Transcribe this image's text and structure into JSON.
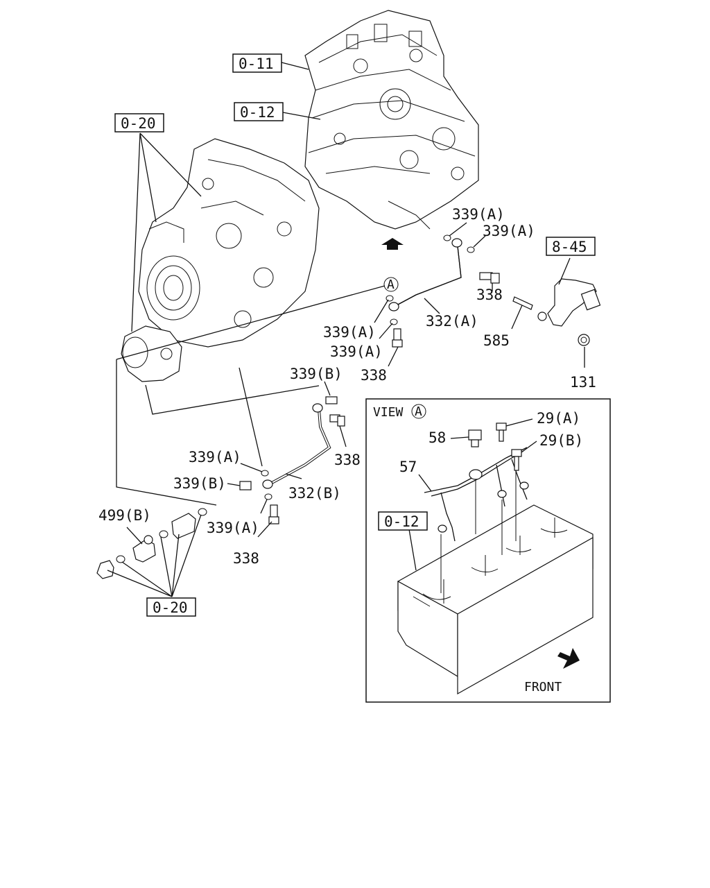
{
  "refs": {
    "r011": "0-11",
    "r012": "0-12",
    "r020_top": "0-20",
    "r845": "8-45",
    "r020_bottom": "0-20",
    "r012_view": "0-12"
  },
  "callouts": {
    "c339a_1": "339(A)",
    "c339a_2": "339(A)",
    "c338_1": "338",
    "c332a": "332(A)",
    "c339a_3": "339(A)",
    "c339a_4": "339(A)",
    "c338_2": "338",
    "c585": "585",
    "c131": "131",
    "c339b_1": "339(B)",
    "c338_3": "338",
    "c339a_5": "339(A)",
    "c339b_2": "339(B)",
    "c332b": "332(B)",
    "c339a_6": "339(A)",
    "c338_4": "338",
    "c499b": "499(B)"
  },
  "view_a": {
    "title": "VIEW",
    "marker": "A",
    "c29a": "29(A)",
    "c58": "58",
    "c29b": "29(B)",
    "c57": "57",
    "front": "FRONT"
  },
  "marker_a": "A"
}
